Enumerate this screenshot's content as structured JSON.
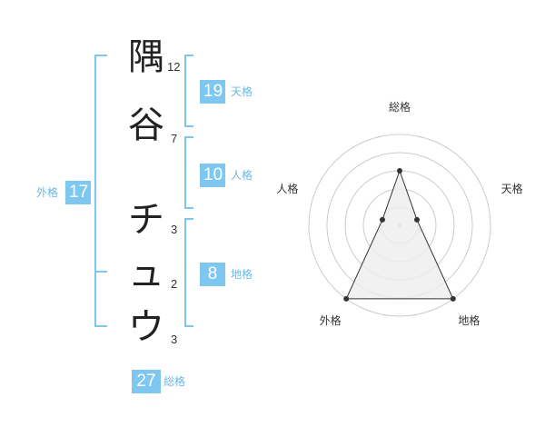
{
  "name_chars": [
    {
      "char": "隅",
      "strokes": "12"
    },
    {
      "char": "谷",
      "strokes": "7"
    },
    {
      "char": "チ",
      "strokes": "3"
    },
    {
      "char": "ュ",
      "strokes": "2"
    },
    {
      "char": "ウ",
      "strokes": "3"
    }
  ],
  "fortunes": {
    "tenkaku": {
      "value": "19",
      "label": "天格"
    },
    "jinkaku": {
      "value": "10",
      "label": "人格"
    },
    "chikaku": {
      "value": "8",
      "label": "地格"
    },
    "gaikaku": {
      "value": "17",
      "label": "外格"
    },
    "soukaku": {
      "value": "27",
      "label": "総格"
    }
  },
  "colors": {
    "accent": "#7ec7f0",
    "radar_fill": "#eeeeee",
    "radar_line": "#333333"
  },
  "chart_data": {
    "type": "radar",
    "axes": [
      "総格",
      "天格",
      "地格",
      "外格",
      "人格"
    ],
    "values": [
      3,
      1,
      5,
      5,
      1
    ],
    "max": 5,
    "rings": 5
  }
}
